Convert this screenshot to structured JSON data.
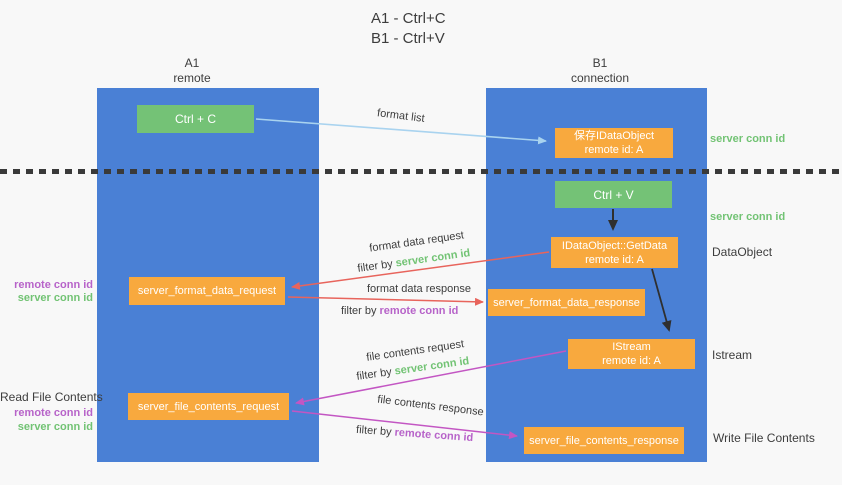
{
  "title": {
    "line1": "A1 - Ctrl+C",
    "line2": "B1 - Ctrl+V"
  },
  "lanes": {
    "left": {
      "name": "A1",
      "subtitle": "remote"
    },
    "right": {
      "name": "B1",
      "subtitle": "connection"
    }
  },
  "nodes": {
    "ctrl_c": {
      "label": "Ctrl + C"
    },
    "save_idataobject": {
      "line1": "保存IDataObject",
      "line2": "remote id: A"
    },
    "ctrl_v": {
      "label": "Ctrl + V"
    },
    "getdata": {
      "line1": "IDataObject::GetData",
      "line2": "remote id: A"
    },
    "format_request": {
      "label": "server_format_data_request"
    },
    "format_response": {
      "label": "server_format_data_response"
    },
    "istream": {
      "line1": "IStream",
      "line2": "remote id: A"
    },
    "file_request": {
      "label": "server_file_contents_request"
    },
    "file_response": {
      "label": "server_file_contents_response"
    }
  },
  "arrow_labels": {
    "format_list": "format list",
    "format_data_request": "format data request",
    "format_data_response": "format data response",
    "file_contents_request": "file contents request",
    "file_contents_response": "file contents response",
    "filter_prefix": "filter by ",
    "server_conn_id": "server conn id",
    "remote_conn_id": "remote conn id"
  },
  "side_labels": {
    "left_remote_conn_id_1": "remote conn id",
    "left_server_conn_id_1": "server conn id",
    "read_file_contents": "Read File Contents",
    "left_remote_conn_id_2": "remote conn id",
    "left_server_conn_id_2": "server conn id",
    "right_server_conn_id_1": "server conn id",
    "right_server_conn_id_2": "server conn id",
    "dataobject": "DataObject",
    "istream": "Istream",
    "write_file_contents": "Write File Contents"
  },
  "colors": {
    "bg": "#f8f8f8",
    "blue": "#4a80d5",
    "green": "#74c276",
    "orange": "#f8a93e",
    "green_text": "#72c374",
    "purple_text": "#b763c9",
    "red": "#e8645c",
    "magenta": "#c356c3",
    "arrow_blue": "#a9d3ef",
    "dark": "#3d3d3d",
    "black_arrow": "#2f2f2f"
  }
}
